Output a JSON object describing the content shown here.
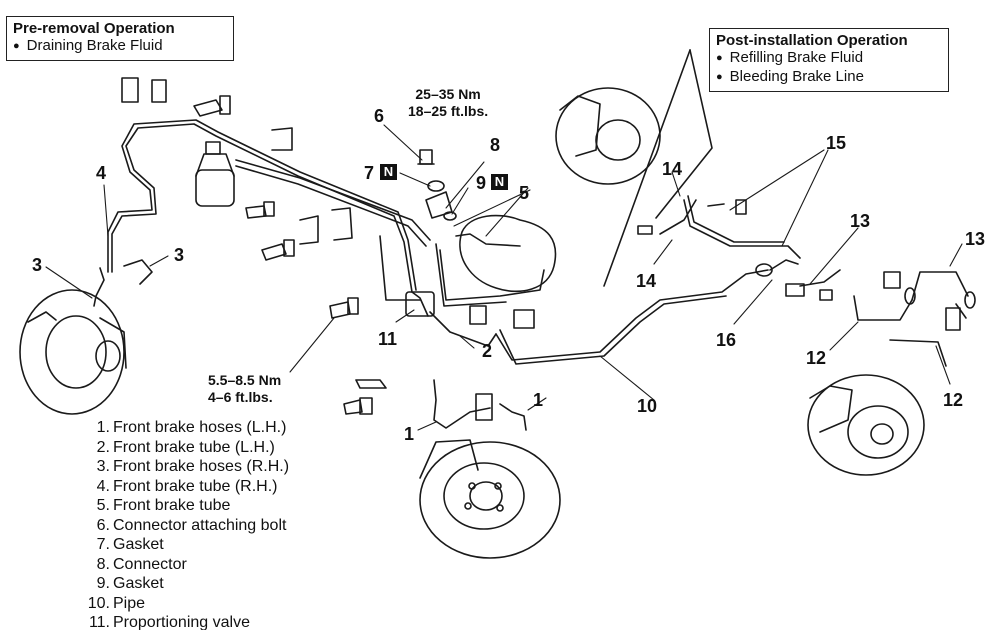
{
  "pre_removal": {
    "title": "Pre-removal Operation",
    "items": [
      "Draining Brake Fluid"
    ]
  },
  "post_installation": {
    "title": "Post-installation Operation",
    "items": [
      "Refilling Brake Fluid",
      "Bleeding Brake Line"
    ]
  },
  "torques": {
    "upper": [
      "25–35 Nm",
      "18–25 ft.lbs."
    ],
    "lower": [
      "5.5–8.5 Nm",
      "4–6 ft.lbs."
    ]
  },
  "badges": {
    "new_part": "N"
  },
  "callouts": {
    "n1": "1",
    "n2": "2",
    "n3": "3",
    "n4": "4",
    "n5": "5",
    "n6": "6",
    "n7": "7",
    "n8": "8",
    "n9": "9",
    "n10": "10",
    "n11": "11",
    "n12": "12",
    "n13": "13",
    "n14": "14",
    "n15": "15",
    "n16": "16"
  },
  "legend": [
    {
      "num": "1.",
      "label": "Front brake hoses (L.H.)"
    },
    {
      "num": "2.",
      "label": "Front brake tube (L.H.)"
    },
    {
      "num": "3.",
      "label": "Front brake hoses (R.H.)"
    },
    {
      "num": "4.",
      "label": "Front brake tube (R.H.)"
    },
    {
      "num": "5.",
      "label": "Front brake tube"
    },
    {
      "num": "6.",
      "label": "Connector attaching bolt"
    },
    {
      "num": "7.",
      "label": "Gasket"
    },
    {
      "num": "8.",
      "label": "Connector"
    },
    {
      "num": "9.",
      "label": "Gasket"
    },
    {
      "num": "10.",
      "label": "Pipe"
    },
    {
      "num": "11.",
      "label": "Proportioning valve"
    }
  ]
}
